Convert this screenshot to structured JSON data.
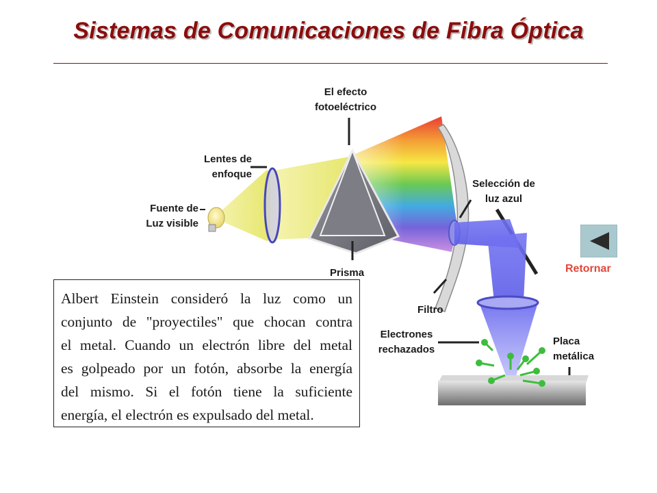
{
  "slide": {
    "title": "Sistemas de Comunicaciones de Fibra Óptica"
  },
  "diagram": {
    "labels": {
      "efecto_line1": "El efecto",
      "efecto_line2": "fotoeléctrico",
      "lentes_line1": "Lentes de",
      "lentes_line2": "enfoque",
      "fuente_line1": "Fuente de",
      "fuente_line2": "Luz visible",
      "prisma": "Prisma",
      "seleccion_line1": "Selección de",
      "seleccion_line2": "luz azul",
      "filtro": "Filtro",
      "electrones_line1": "Electrones",
      "electrones_line2": "rechazados",
      "placa_line1": "Placa",
      "placa_line2": "metálica"
    },
    "colors": {
      "title": "#8b0d0d",
      "spectrum": [
        "#e8332a",
        "#f39a2b",
        "#f5e63a",
        "#63c64a",
        "#3aa6e0",
        "#6e5bd8",
        "#b45ad6"
      ],
      "yellow_beam": "#eef07a",
      "blue_beam": "#6f6ff0",
      "electron": "#3dbd3d"
    }
  },
  "textbox": {
    "lines": [
      "Albert Einstein consideró la luz como un",
      "conjunto de \"proyectiles\" que chocan contra",
      "el metal. Cuando un electrón libre del metal",
      "es golpeado por un fotón, absorbe la energía",
      "del mismo. Si el fotón tiene la suficiente",
      "energía, el electrón es expulsado del metal."
    ]
  },
  "nav": {
    "back_label": "Retornar",
    "back_icon": "triangle-left-icon",
    "back_button_color": "#a9c9cf",
    "back_label_color": "#e2473a"
  }
}
